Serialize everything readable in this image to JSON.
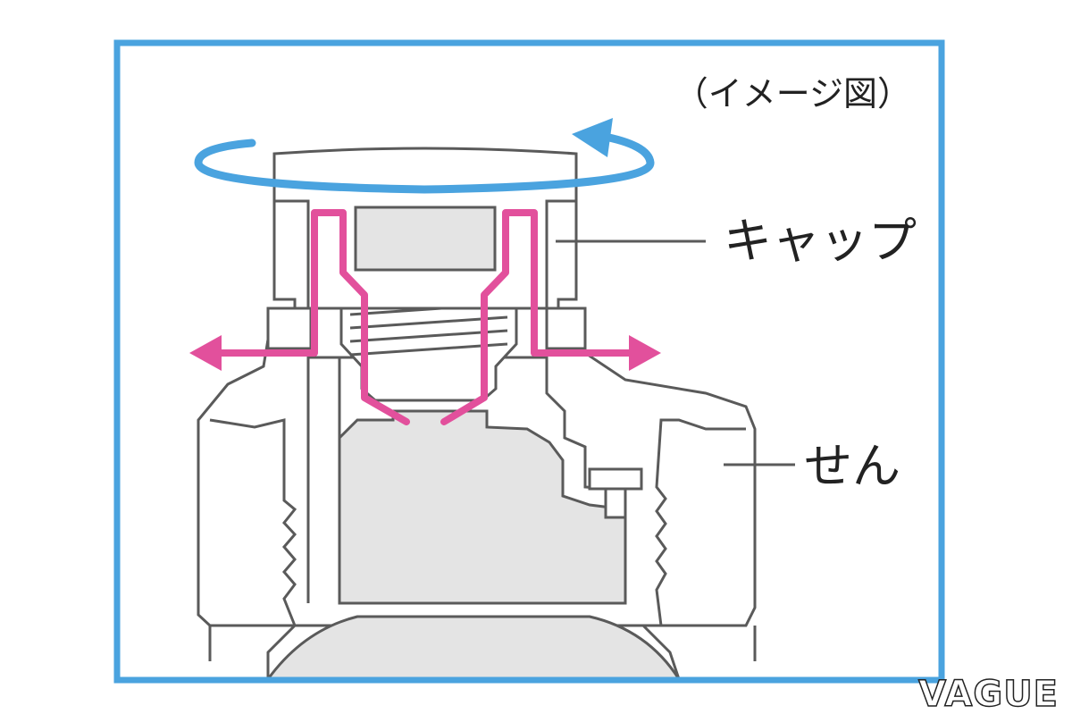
{
  "caption": "（イメージ図）",
  "labels": {
    "cap": "キャップ",
    "stopper": "せん"
  },
  "watermark": "VAGUE",
  "colors": {
    "frame": "#4aa3df",
    "rotation_arrow": "#4aa3df",
    "pressure_path": "#e2509c",
    "outline": "#5a5a5a",
    "fill_light": "#ffffff",
    "fill_gray": "#e4e4e4",
    "text": "#222222",
    "watermark": "#222222"
  }
}
